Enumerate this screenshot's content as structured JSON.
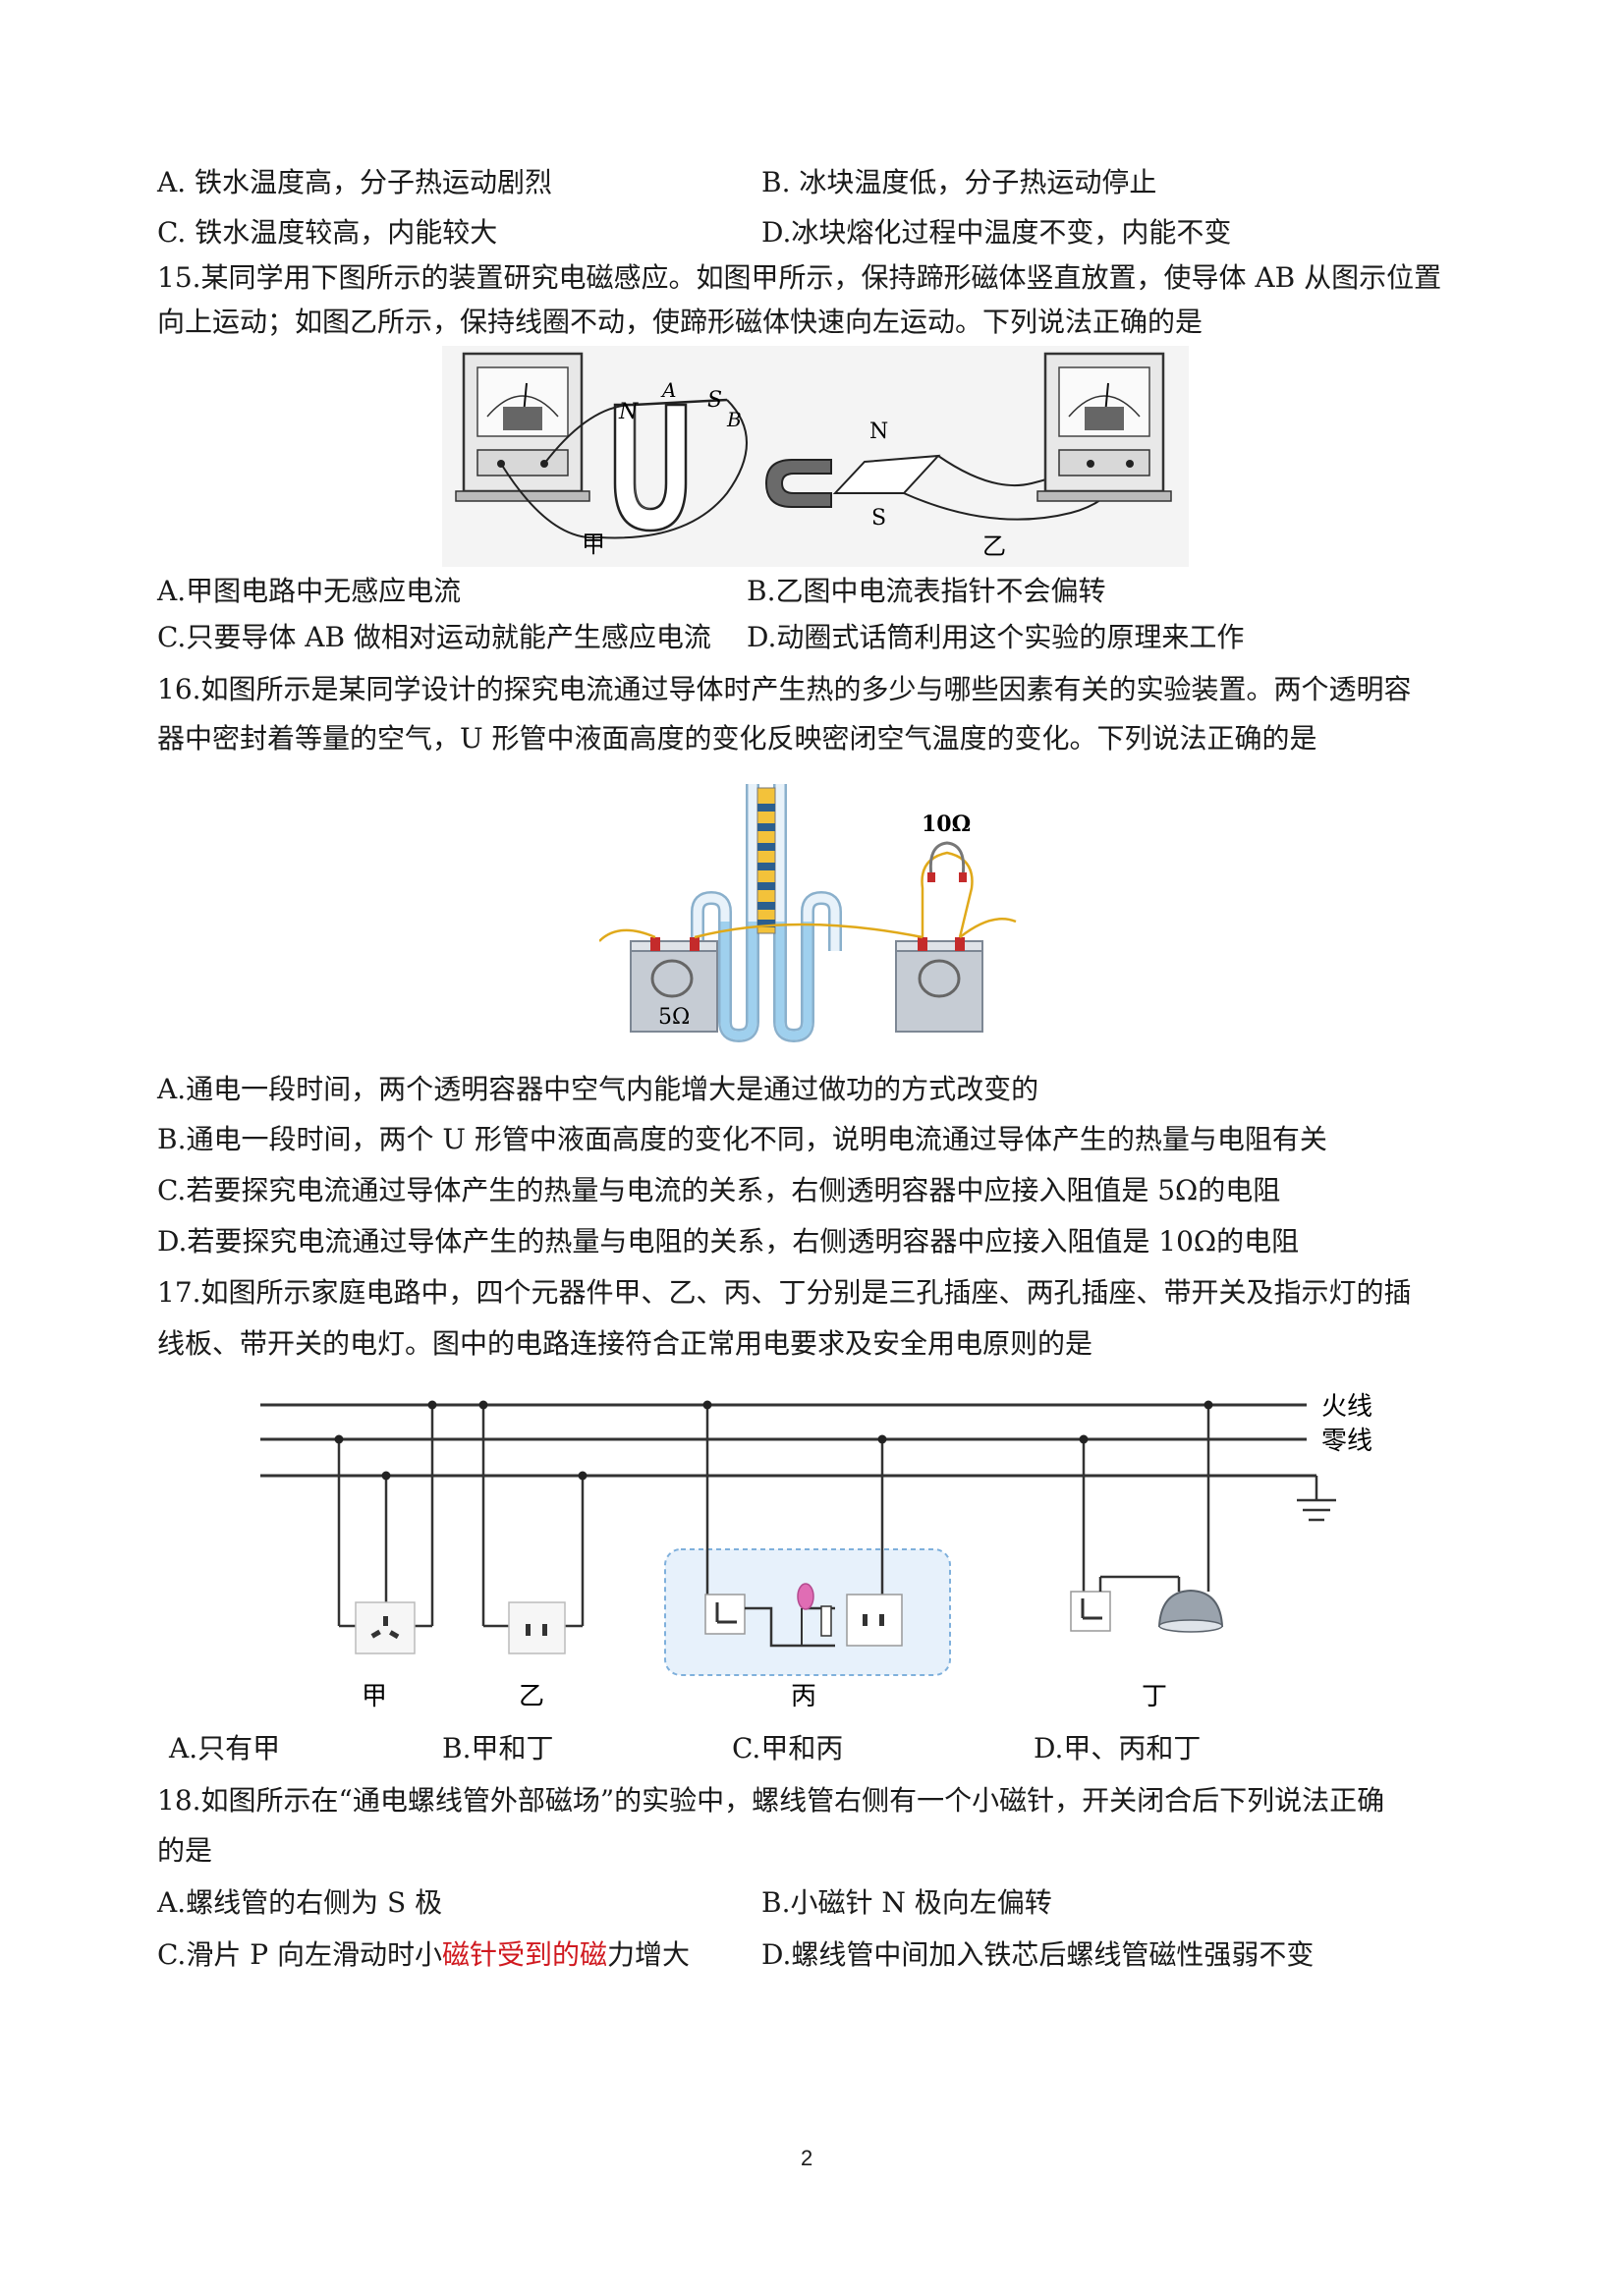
{
  "q14_options": {
    "a": "A.  铁水温度高，分子热运动剧烈",
    "b": "B.  冰块温度低，分子热运动停止",
    "c": "C.  铁水温度较高，内能较大",
    "d": "D.冰块熔化过程中温度不变，内能不变"
  },
  "q15": {
    "stem_line1": "15.某同学用下图所示的装置研究电磁感应。如图甲所示，保持蹄形磁体竖直放置，使导体 AB 从图示位置",
    "stem_line2": "向上运动；如图乙所示，保持线圈不动，使蹄形磁体快速向左运动。下列说法正确的是",
    "figure": {
      "label_jia": "甲",
      "label_yi": "乙",
      "pole_n": "N",
      "pole_s": "S",
      "conductor_a": "A",
      "conductor_b": "B"
    },
    "options": {
      "a": "A.甲图电路中无感应电流",
      "b": "B.乙图中电流表指针不会偏转",
      "c": "C.只要导体 AB 做相对运动就能产生感应电流",
      "d": "D.动圈式话筒利用这个实验的原理来工作"
    }
  },
  "q16": {
    "stem_line1": "16.如图所示是某同学设计的探究电流通过导体时产生热的多少与哪些因素有关的实验装置。两个透明容",
    "stem_line2": "器中密封着等量的空气，U 形管中液面高度的变化反映密闭空气温度的变化。下列说法正确的是",
    "figure": {
      "resistor_left": "5Ω",
      "resistor_top": "10Ω"
    },
    "options": {
      "a": "A.通电一段时间，两个透明容器中空气内能增大是通过做功的方式改变的",
      "b": "B.通电一段时间，两个 U 形管中液面高度的变化不同，说明电流通过导体产生的热量与电阻有关",
      "c": "C.若要探究电流通过导体产生的热量与电流的关系，右侧透明容器中应接入阻值是 5Ω的电阻",
      "d": "D.若要探究电流通过导体产生的热量与电阻的关系，右侧透明容器中应接入阻值是 10Ω的电阻"
    }
  },
  "q17": {
    "stem_line1": "17.如图所示家庭电路中，四个元器件甲、乙、丙、丁分别是三孔插座、两孔插座、带开关及指示灯的插",
    "stem_line2": "线板、带开关的电灯。图中的电路连接符合正常用电要求及安全用电原则的是",
    "figure": {
      "live_wire": "火线",
      "neutral_wire": "零线",
      "label_jia": "甲",
      "label_yi": "乙",
      "label_bing": "丙",
      "label_ding": "丁"
    },
    "options": {
      "a": "A.只有甲",
      "b": "B.甲和丁",
      "c": "C.甲和丙",
      "d": "D.甲、丙和丁"
    }
  },
  "q18": {
    "stem_line1": "18.如图所示在“通电螺线管外部磁场”的实验中，螺线管右侧有一个小磁针，开关闭合后下列说法正确",
    "stem_line2": "的是",
    "options": {
      "a": "A.螺线管的右侧为 S 极",
      "b": "B.小磁针 N 极向左偏转",
      "c_pre": "C.滑片 P 向左滑动时小",
      "c_red": "磁针受到的磁",
      "c_post": "力增大",
      "d": "D.螺线管中间加入铁芯后螺线管磁性强弱不变"
    }
  },
  "page_number": "2"
}
